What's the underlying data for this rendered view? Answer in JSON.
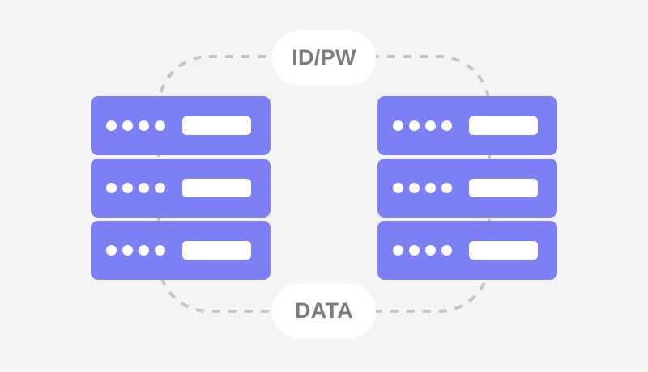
{
  "diagram": {
    "title": "two-server-clusters-exchanging-credentials-and-data",
    "background_color": "#f4f4f4"
  },
  "connector": {
    "name": "dashed-loop-path",
    "color": "#c6c6c6",
    "stroke_width": 4,
    "dash_pattern": "10 10",
    "shape": "rounded-rectangle",
    "corner_radius": 62
  },
  "labels": [
    {
      "id": "idpw",
      "text": "ID/PW",
      "position": "top",
      "text_color": "#7c7c7c",
      "pill_color": "#ffffff"
    },
    {
      "id": "data",
      "text": "DATA",
      "position": "bottom",
      "text_color": "#7c7c7c",
      "pill_color": "#ffffff"
    }
  ],
  "server_stacks": [
    {
      "id": "left",
      "name": "left-server-stack",
      "body_color": "#7d80f5",
      "accent_color": "#ffffff",
      "units": [
        {
          "id": "left-unit-1",
          "led_count": 4,
          "has_slot_bar": true
        },
        {
          "id": "left-unit-2",
          "led_count": 4,
          "has_slot_bar": true
        },
        {
          "id": "left-unit-3",
          "led_count": 4,
          "has_slot_bar": true
        }
      ]
    },
    {
      "id": "right",
      "name": "right-server-stack",
      "body_color": "#7d80f5",
      "accent_color": "#ffffff",
      "units": [
        {
          "id": "right-unit-1",
          "led_count": 4,
          "has_slot_bar": true
        },
        {
          "id": "right-unit-2",
          "led_count": 4,
          "has_slot_bar": true
        },
        {
          "id": "right-unit-3",
          "led_count": 4,
          "has_slot_bar": true
        }
      ]
    }
  ]
}
